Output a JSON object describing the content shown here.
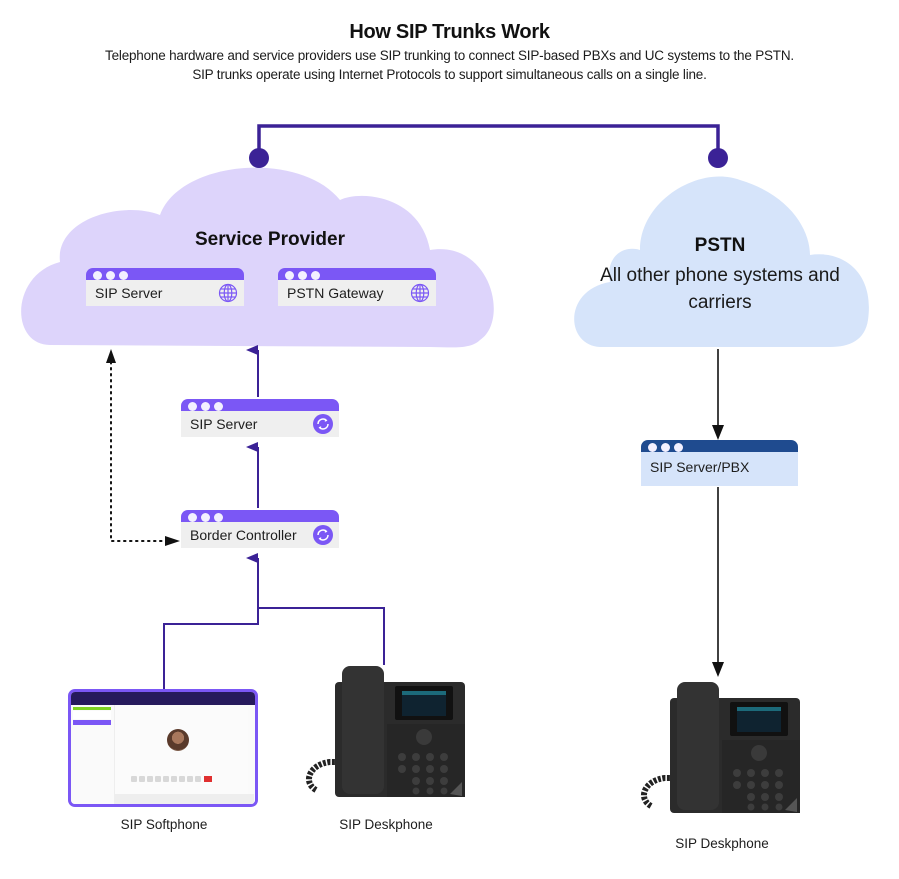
{
  "header": {
    "title": "How SIP Trunks Work",
    "subtitle_line1": "Telephone hardware and service providers use SIP trunking to connect SIP-based PBXs and UC systems to the PSTN.",
    "subtitle_line2": "SIP trunks operate using Internet Protocols to support simultaneous calls on a single line."
  },
  "colors": {
    "purple_line": "#3b2296",
    "purple_accent": "#7b57f5",
    "service_cloud": "#ddd4fb",
    "pstn_cloud": "#d6e4fa",
    "pbx_bar": "#1f4b8f",
    "window_body": "#efefef",
    "arrow_black": "#111111"
  },
  "service_provider": {
    "title": "Service Provider",
    "windows": [
      {
        "label": "SIP Server",
        "icon": "globe-icon"
      },
      {
        "label": "PSTN Gateway",
        "icon": "globe-icon"
      }
    ]
  },
  "pstn": {
    "title": "PSTN",
    "description": "All other phone systems and carriers"
  },
  "left_stack": {
    "sip_server": {
      "label": "SIP Server",
      "icon": "sync-icon"
    },
    "border_controller": {
      "label": "Border Controller",
      "icon": "sync-icon"
    }
  },
  "right_stack": {
    "pbx": {
      "label": "SIP Server/PBX"
    }
  },
  "devices": {
    "softphone_label": "SIP Softphone",
    "deskphone_left_label": "SIP Deskphone",
    "deskphone_right_label": "SIP Deskphone"
  }
}
